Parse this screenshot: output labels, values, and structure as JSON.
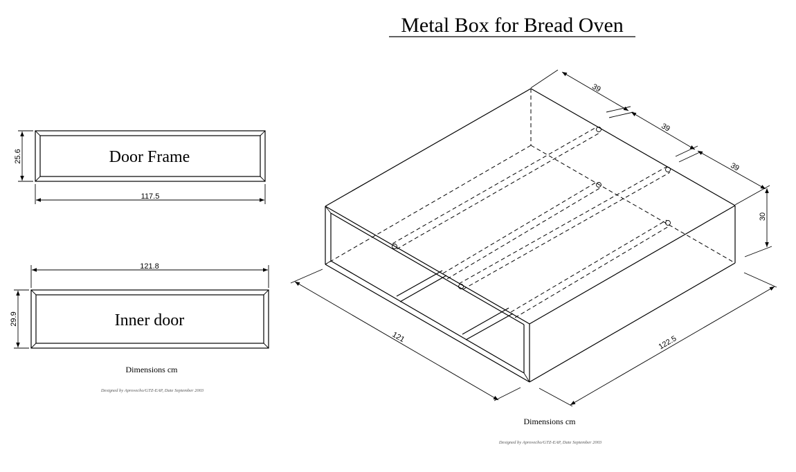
{
  "title": "Metal Box for Bread Oven",
  "door_frame": {
    "label": "Door Frame",
    "height_dim": "25.6",
    "width_dim": "117.5"
  },
  "inner_door": {
    "label": "Inner door",
    "height_dim": "29.9",
    "width_dim": "121.8"
  },
  "left_units_note": "Dimensions cm",
  "left_credit": "Designed by Aprovecho/GTZ-EAP, Date September 2003",
  "box": {
    "dim_top_1": "39",
    "dim_top_2": "39",
    "dim_top_3": "39",
    "dim_height": "30",
    "dim_front": "121",
    "dim_depth": "122.5"
  },
  "right_units_note": "Dimensions cm",
  "right_credit": "Designed by Aprovecho/GTZ-EAP, Date September 2003"
}
